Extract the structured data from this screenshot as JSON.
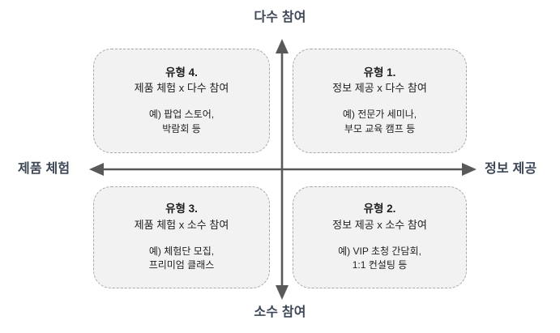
{
  "diagram": {
    "type": "2x2-quadrant-matrix",
    "background_color": "#ffffff",
    "axes": {
      "line_color": "#595959",
      "top_label": "다수 참여",
      "bottom_label": "소수 참여",
      "left_label": "제품 체험",
      "right_label": "정보 제공",
      "label_color": "#3d4757"
    },
    "box_style": {
      "fill_color": "#f2f2f2",
      "border_color": "#a8a8a8",
      "border_style": "dashed"
    },
    "quadrants": [
      {
        "position": "top-left",
        "title": "유형 4.",
        "subtitle": "제품 체험 x 다수 참여",
        "example_lines": [
          "예) 팝업 스토어,",
          "박람회 등"
        ]
      },
      {
        "position": "top-right",
        "title": "유형 1.",
        "subtitle": "정보 제공 x 다수 참여",
        "example_lines": [
          "예) 전문가 세미나,",
          "부모 교육 캠프 등"
        ]
      },
      {
        "position": "bottom-left",
        "title": "유형 3.",
        "subtitle": "제품 체험 x 소수 참여",
        "example_lines": [
          "예) 체험단 모집,",
          "프리미엄 클래스"
        ]
      },
      {
        "position": "bottom-right",
        "title": "유형 2.",
        "subtitle": "정보 제공 x 소수 참여",
        "example_lines": [
          "예) VIP 초청 간담회,",
          "1:1 컨설팅 등"
        ]
      }
    ]
  }
}
